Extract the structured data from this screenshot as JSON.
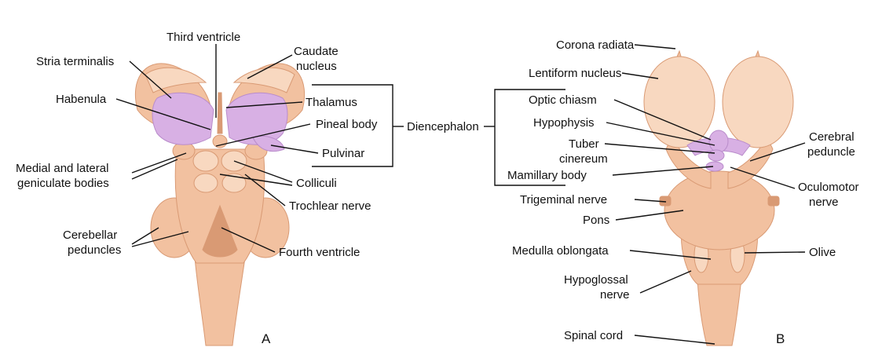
{
  "colors": {
    "tissue": "#f2c1a0",
    "tissue_light": "#f8d8c0",
    "tissue_dark": "#d99a74",
    "diencephalon": "#d8b0e4",
    "diencephalon_dark": "#b98ccb",
    "leader": "#111111"
  },
  "panel_a": {
    "letter": "A",
    "labels": {
      "third_ventricle": "Third ventricle",
      "caudate_1": "Caudate",
      "caudate_2": "nucleus",
      "stria_terminalis": "Stria terminalis",
      "habenula": "Habenula",
      "thalamus": "Thalamus",
      "pineal_body": "Pineal body",
      "pulvinar": "Pulvinar",
      "geniculate_1": "Medial and lateral",
      "geniculate_2": "geniculate bodies",
      "colliculi": "Colliculi",
      "trochlear_nerve": "Trochlear nerve",
      "cerebellar_1": "Cerebellar",
      "cerebellar_2": "peduncles",
      "fourth_ventricle": "Fourth ventricle"
    }
  },
  "center": {
    "diencephalon": "Diencephalon"
  },
  "panel_b": {
    "letter": "B",
    "labels": {
      "corona_radiata": "Corona radiata",
      "lentiform_nucleus": "Lentiform nucleus",
      "optic_chiasm": "Optic chiasm",
      "hypophysis": "Hypophysis",
      "tuber_1": "Tuber",
      "tuber_2": "cinereum",
      "mamillary_body": "Mamillary body",
      "cerebral_1": "Cerebral",
      "cerebral_2": "peduncle",
      "oculomotor_1": "Oculomotor",
      "oculomotor_2": "nerve",
      "trigeminal_nerve": "Trigeminal nerve",
      "pons": "Pons",
      "medulla_oblongata": "Medulla oblongata",
      "olive": "Olive",
      "hypoglossal_1": "Hypoglossal",
      "hypoglossal_2": "nerve",
      "spinal_cord": "Spinal cord"
    }
  }
}
